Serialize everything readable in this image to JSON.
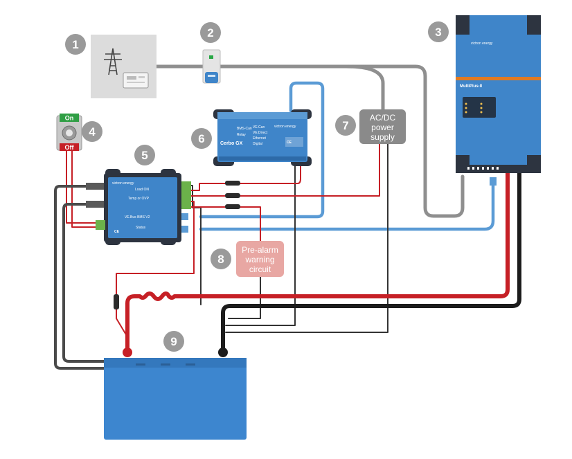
{
  "labels": {
    "n1": "1",
    "n2": "2",
    "n3": "3",
    "n4": "4",
    "n5": "5",
    "n6": "6",
    "n7": "7",
    "n8": "8",
    "n9": "9"
  },
  "switch": {
    "on": "On",
    "off": "Off"
  },
  "acdc": {
    "line1": "AC/DC",
    "line2": "power",
    "line3": "supply"
  },
  "prealarm": {
    "line1": "Pre-alarm",
    "line2": "warning",
    "line3": "circuit"
  },
  "cerbo": {
    "name": "Cerbo GX"
  },
  "multiplus": {
    "name": "MultiPlus-II"
  },
  "colors": {
    "red": "#c62026",
    "black": "#1c1c1c",
    "gray": "#8f8f8f",
    "blue": "#5b9bd5",
    "device": "#3f85c9",
    "battery": "#3d86cf",
    "label_box_gray": "#8a8a8a",
    "label_box_pink": "#e8a7a3"
  },
  "icons": [
    "power-pylon-icon",
    "meter-icon",
    "rcd-breaker-icon",
    "toggle-switch-icon"
  ]
}
